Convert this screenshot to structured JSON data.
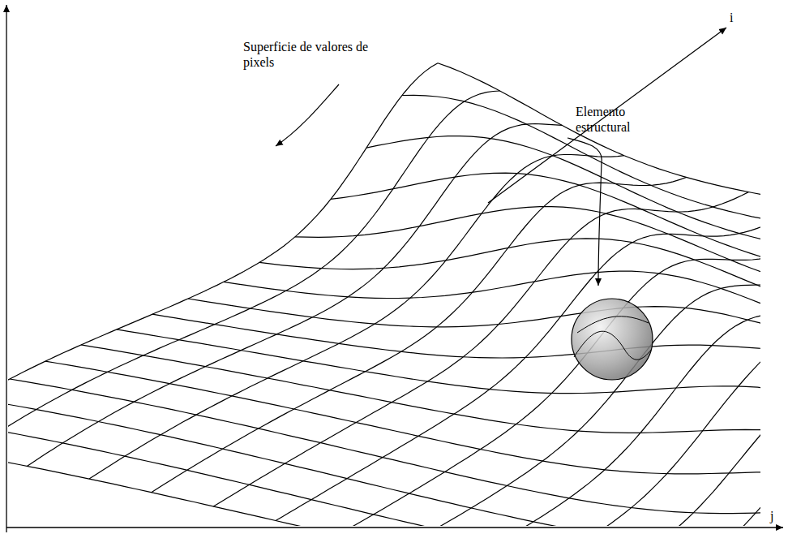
{
  "diagram": {
    "labels": [
      "Superficie de valores de pixels",
      "Elemento estructural",
      "i",
      "j"
    ]
  }
}
